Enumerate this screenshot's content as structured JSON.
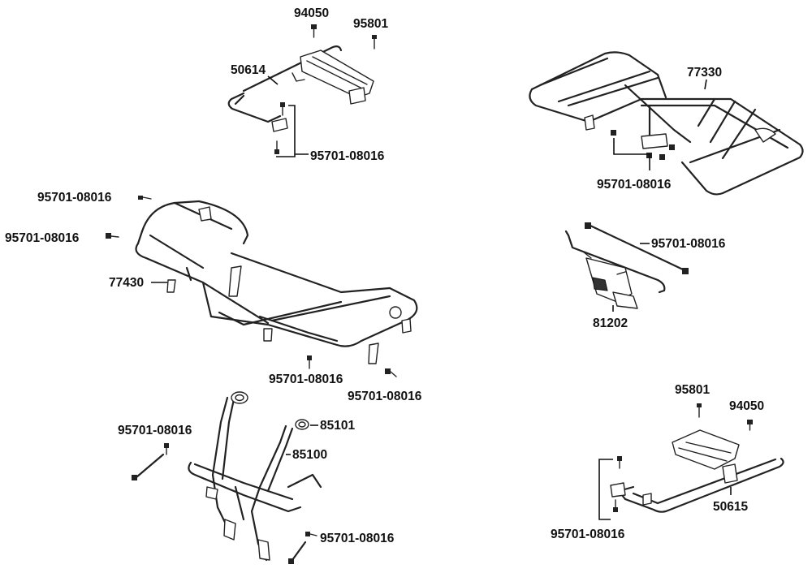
{
  "labels": {
    "p94050_top": "94050",
    "p95801_top": "95801",
    "p50614": "50614",
    "p95701_topleft": "95701-08016",
    "p77330": "77330",
    "p95701_topright": "95701-08016",
    "p95701_left1": "95701-08016",
    "p95701_left2": "95701-08016",
    "p77430": "77430",
    "p95701_right_mid": "95701-08016",
    "p81202": "81202",
    "p95701_center1": "95701-08016",
    "p95701_center2": "95701-08016",
    "p95701_lower_left": "95701-08016",
    "p85101": "85101",
    "p85100": "85100",
    "p95701_lower_mid": "95701-08016",
    "p95801_bottom": "95801",
    "p94050_bottom": "94050",
    "p50615": "50615",
    "p95701_bottom_right": "95701-08016"
  },
  "icons": {
    "bolt": "bolt-icon",
    "screw": "screw-icon"
  }
}
